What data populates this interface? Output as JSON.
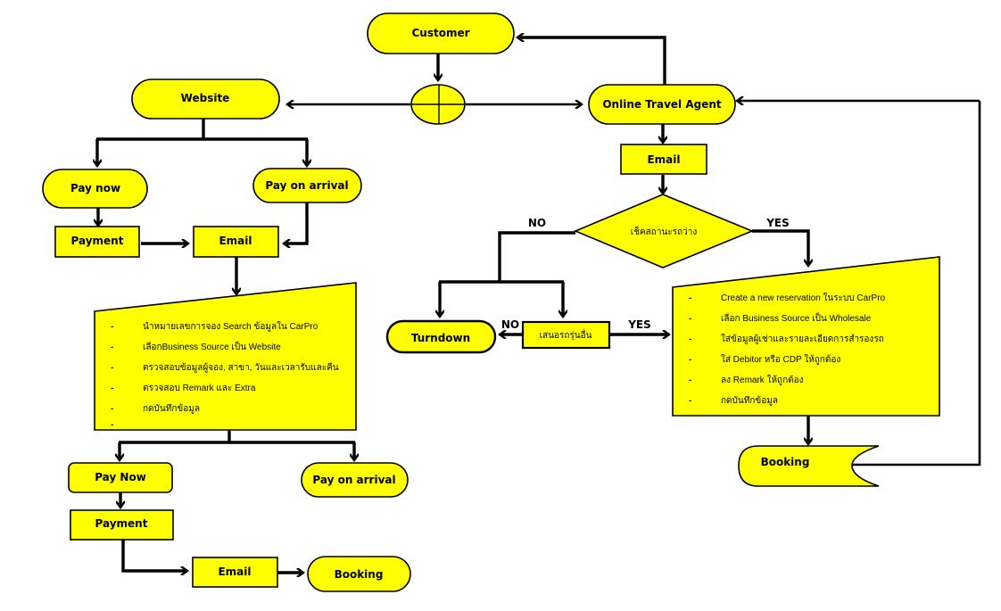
{
  "colors": {
    "node_fill": "#ffff00",
    "stroke": "#000000"
  },
  "nodes": {
    "customer": "Customer",
    "website": "Website",
    "online_travel_agent": "Online Travel Agent",
    "ota_email": "Email",
    "decision": "เช็คสถานะรถว่าง",
    "decision_no": "NO",
    "decision_yes": "YES",
    "turndown": "Turndown",
    "offer_other": "เสนอรถรุ่นอื่น",
    "offer_no": "NO",
    "offer_yes": "YES",
    "ota_booking": "Booking",
    "web_pay_now": "Pay now",
    "web_pay_on_arrival": "Pay on arrival",
    "web_payment": "Payment",
    "web_email": "Email",
    "bottom_pay_now": "Pay Now",
    "bottom_pay_on_arrival": "Pay on arrival",
    "bottom_payment": "Payment",
    "bottom_email": "Email",
    "bottom_booking": "Booking"
  },
  "website_doc": {
    "bullet": "-",
    "items": [
      "นำหมายเลขการจอง Search ข้อมูลใน CarPro",
      "เลือกBusiness Source เป็น Website",
      "ตรวจสอบข้อมูลผู้จอง, สาขา, วันและเวลารับและคืน",
      "ตรวจสอบ Remark และ Extra",
      "กดบันทึกข้อมูล",
      ""
    ]
  },
  "ota_doc": {
    "bullet": "-",
    "items": [
      "Create a new reservation ในระบบ CarPro",
      "เลือก Business Source เป็น Wholesale",
      "ใส่ข้อมูลผู้เช่าและรายละเอียดการสำรองรถ",
      "ใส่ Debitor หรือ CDP ให้ถูกต้อง",
      "ลง Remark ให้ถูกต้อง",
      "กดบันทึกข้อมูล"
    ]
  }
}
